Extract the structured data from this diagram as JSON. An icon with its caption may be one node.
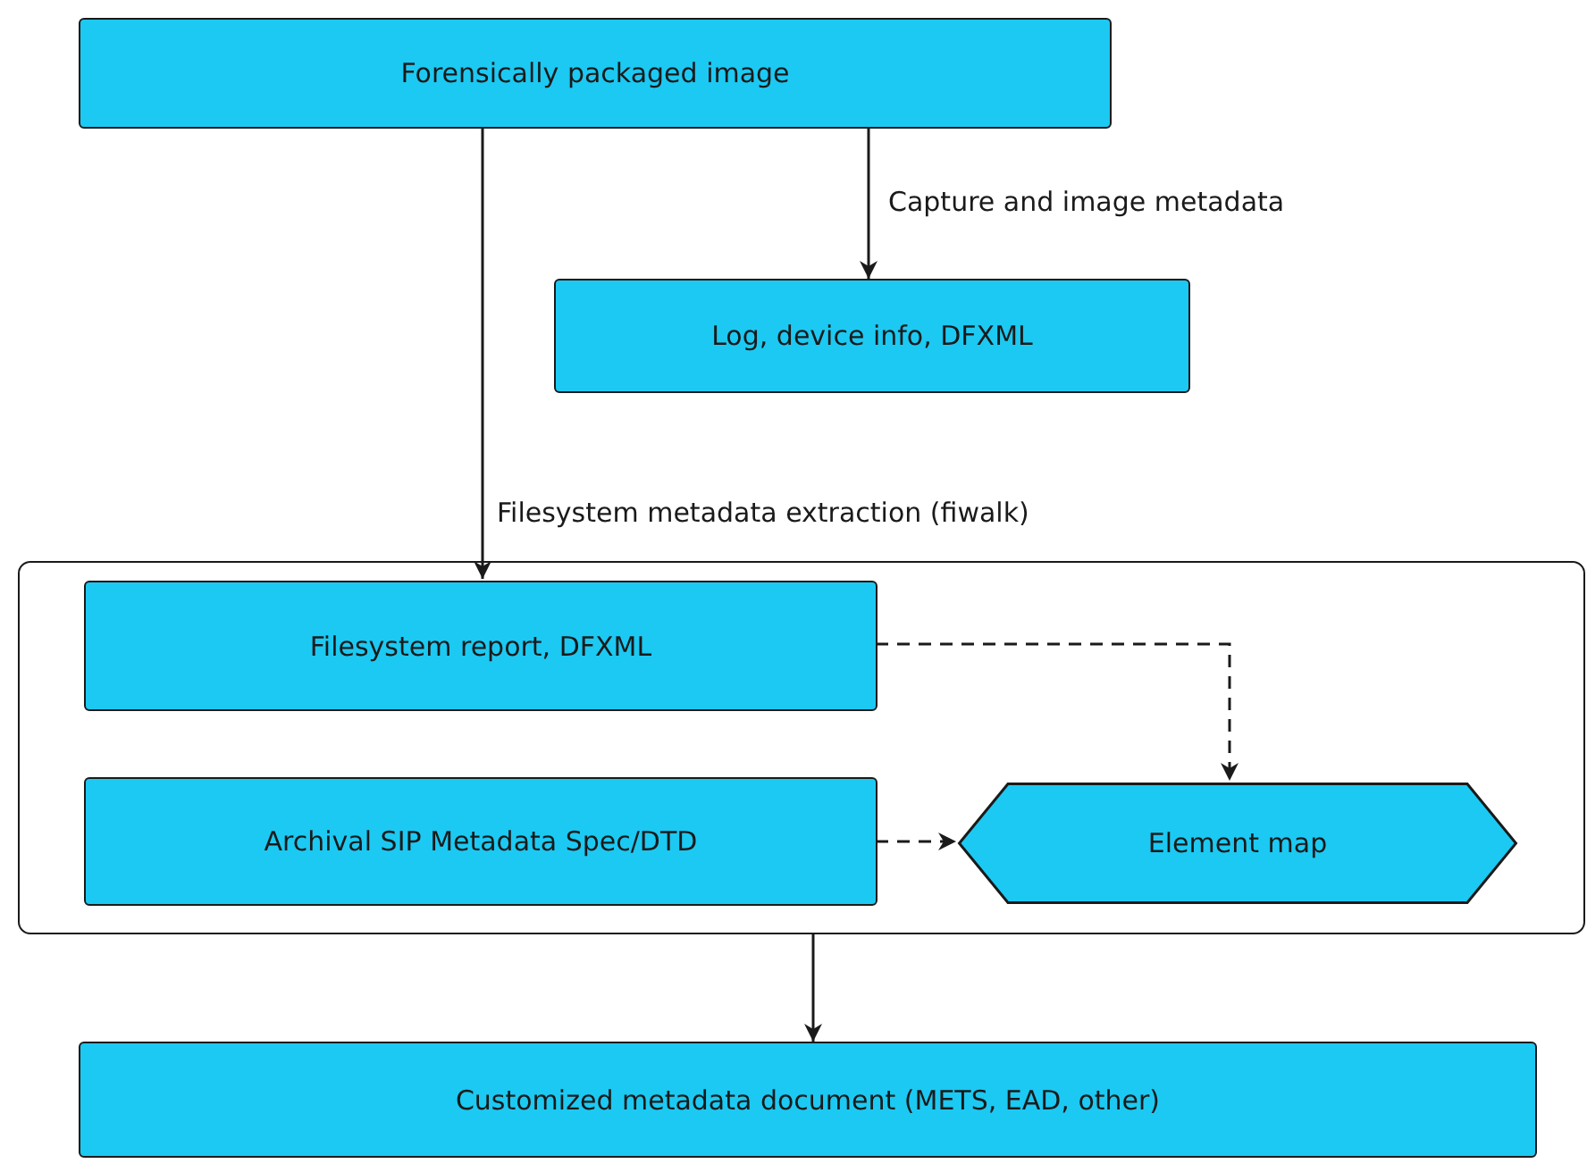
{
  "diagram": {
    "nodes": [
      {
        "text": [
          "Forensically packaged image"
        ]
      },
      {
        "text": [
          "Log, device info, DFXML"
        ]
      },
      {
        "text": [],
        "shape": "box"
      },
      {
        "text": [
          "Filesystem report, DFXML"
        ],
        "in": 2
      },
      {
        "text": [
          "Archival SIP Metadata Spec/DTD"
        ],
        "in": 2
      },
      {
        "text": [
          "Element map"
        ],
        "in": 2
      },
      {
        "text": [
          "Customized metadata document (METS, EAD, other)"
        ]
      }
    ],
    "edges": [
      {
        "from": 0,
        "to": 1,
        "arrow": "to",
        "label": "Capture and image metadata"
      },
      {
        "from": 0,
        "to": 3,
        "arrow": "to",
        "label": "Filesystem metadata extraction (fiwalk)"
      },
      {
        "from": 3,
        "to": 5,
        "arrow": "to",
        "style": "dashed"
      },
      {
        "from": 4,
        "to": 5,
        "arrow": "to",
        "style": "dashed"
      },
      {
        "from": 2,
        "to": 6,
        "arrow": "to"
      }
    ]
  }
}
